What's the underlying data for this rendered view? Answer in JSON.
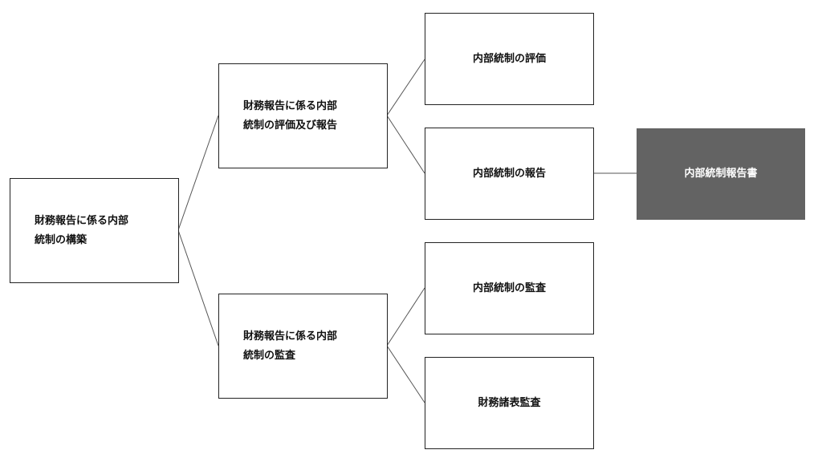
{
  "diagram": {
    "nodes": {
      "root": "財務報告に係る内部\n統制の構築",
      "evaluation_reporting": "財務報告に係る内部\n統制の評価及び報告",
      "audit": "財務報告に係る内部\n統制の監査",
      "ic_evaluation": "内部統制の評価",
      "ic_reporting": "内部統制の報告",
      "ic_report_document": "内部統制報告書",
      "ic_audit": "内部統制の監査",
      "financial_statement_audit": "財務諸表監査"
    },
    "colors": {
      "node_border": "#222222",
      "highlight_fill": "#636363",
      "connector": "#555555"
    }
  }
}
